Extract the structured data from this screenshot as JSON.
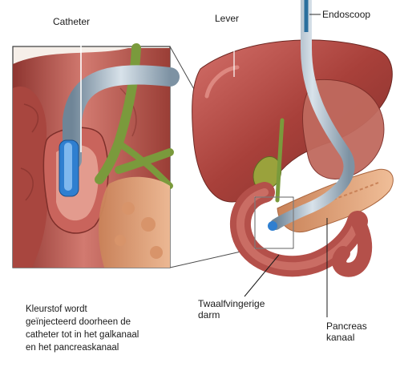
{
  "labels": {
    "catheter": "Catheter",
    "lever": "Lever",
    "endoscoop": "Endoscoop",
    "twaalfvingerige_darm": "Twaalfvingerige\ndarm",
    "pancreas_kanaal": "Pancreas\nkanaal"
  },
  "caption": "Kleurstof wordt\ngeïnjecteerd doorheen de\ncatheter tot in het galkanaal\nen het pancreaskanaal",
  "colors": {
    "tissue": "#b8524a",
    "tissue_dark": "#7e2f2a",
    "liver": "#a8403a",
    "liver_highlight": "#d4706a",
    "pancreas": "#e6a27a",
    "bile_duct": "#7a9a3c",
    "catheter": "#9fb2c2",
    "dye": "#2f7fd0",
    "endoscope_wire": "#2a6f9e"
  }
}
